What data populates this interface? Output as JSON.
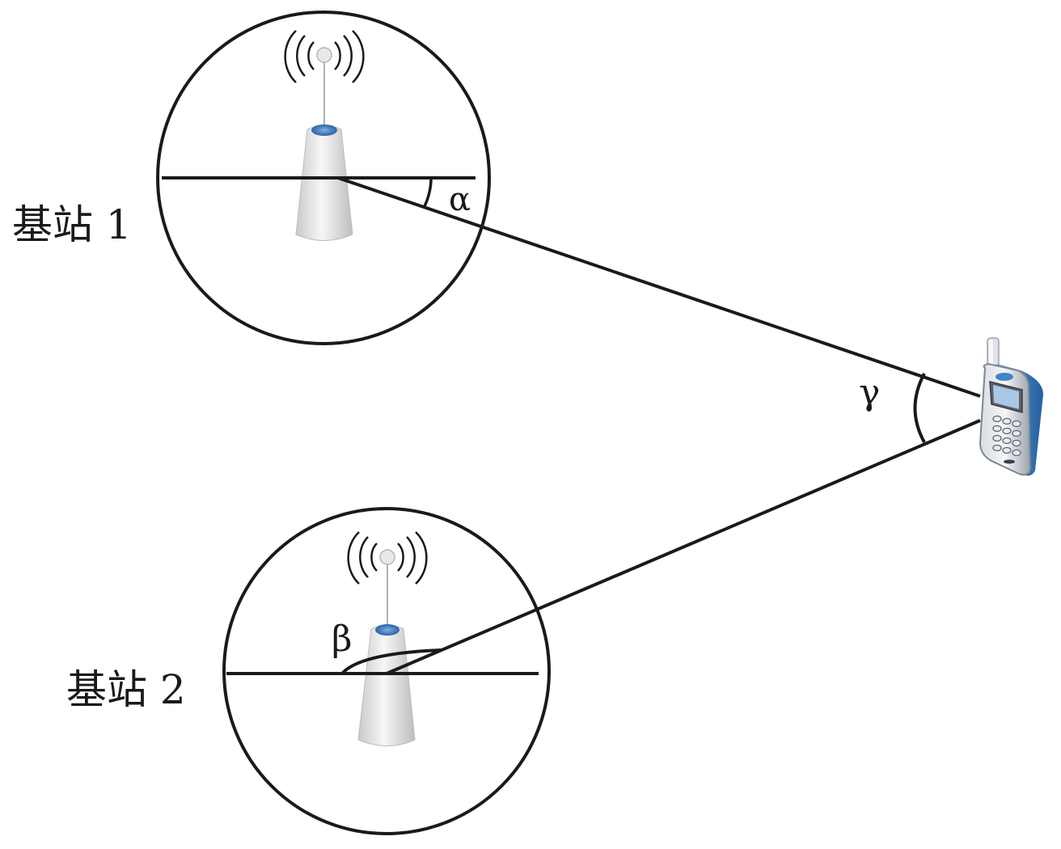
{
  "labels": {
    "station1": "基站 1",
    "station2": "基站 2"
  },
  "angles": {
    "alpha": "α",
    "beta": "β",
    "gamma": "γ"
  },
  "colors": {
    "line": "#1a1a1a",
    "tower_body": "#e6e6e6",
    "tower_top": "#3b76b8",
    "phone_blue": "#3f86c9"
  },
  "icons": {
    "station1": "cell-tower-icon",
    "station2": "cell-tower-icon",
    "phone": "mobile-phone-icon"
  }
}
